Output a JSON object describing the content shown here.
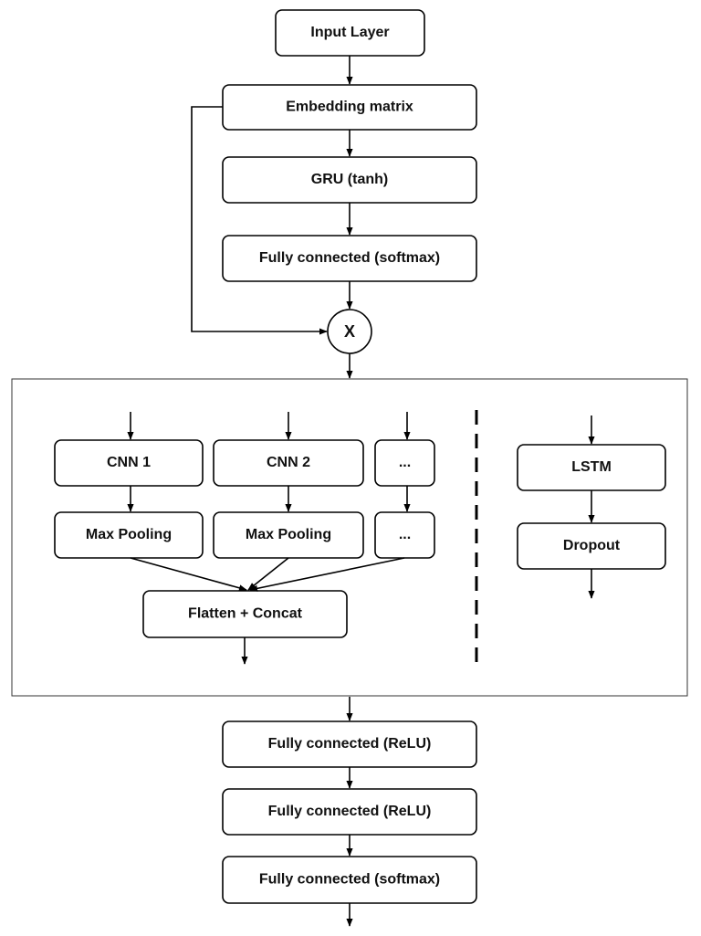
{
  "nodes": {
    "input_layer": "Input Layer",
    "embedding_matrix": "Embedding matrix",
    "gru": "GRU (tanh)",
    "fc_softmax_top": "Fully connected (softmax)",
    "multiply": "X",
    "cnn1": "CNN 1",
    "cnn2": "CNN 2",
    "cnn_more": "...",
    "maxpool1": "Max Pooling",
    "maxpool2": "Max Pooling",
    "maxpool_more": "...",
    "flatten_concat": "Flatten + Concat",
    "lstm": "LSTM",
    "dropout": "Dropout",
    "fc_relu_1": "Fully connected (ReLU)",
    "fc_relu_2": "Fully connected (ReLU)",
    "fc_softmax_bottom": "Fully connected (softmax)"
  },
  "colors": {
    "stroke": "#000000",
    "fill": "#ffffff",
    "text": "#111111"
  }
}
